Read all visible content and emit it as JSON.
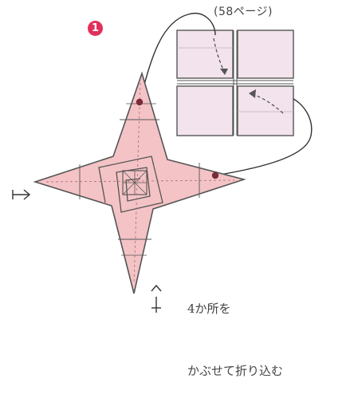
{
  "page_reference": "(58ページ)",
  "step_number": "1",
  "instruction": {
    "line1": "4か所を",
    "line2": "かぶせて折り込む"
  },
  "colors": {
    "star_fill": "#f4c3c6",
    "square_fill": "#f2e3ec",
    "outline": "#555555",
    "accent": "#e0305a",
    "dot": "#7a2a3a"
  }
}
